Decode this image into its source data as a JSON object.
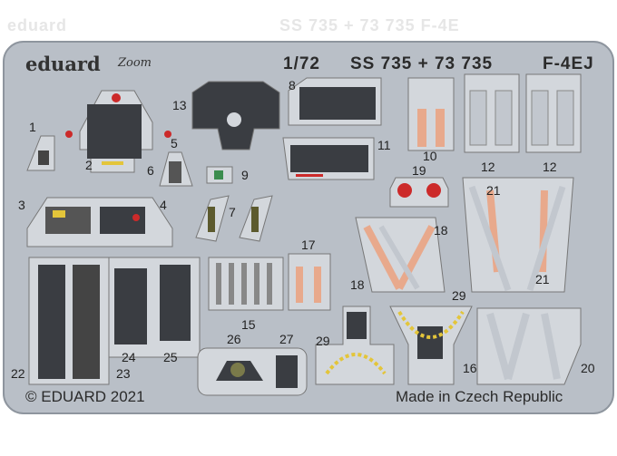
{
  "header": {
    "brand": "eduard",
    "brand_sub": "Zoom",
    "scale": "1/72",
    "set_code": "SS 735 + 73 735",
    "aircraft": "F-4EJ"
  },
  "ghost_header": {
    "left": "eduard",
    "right": "SS 735 + 73 735 F-4E"
  },
  "footer": {
    "copyright": "© EDUARD 2021",
    "origin": "Made in Czech Republic"
  },
  "part_numbers": {
    "p1": "1",
    "p2": "2",
    "p3": "3",
    "p4": "4",
    "p5": "5",
    "p6": "6",
    "p7": "7",
    "p8": "8",
    "p9": "9",
    "p10": "10",
    "p11": "11",
    "p12a": "12",
    "p12b": "12",
    "p13": "13",
    "p15": "15",
    "p16": "16",
    "p17": "17",
    "p18a": "18",
    "p18b": "18",
    "p19": "19",
    "p20": "20",
    "p21a": "21",
    "p21b": "21",
    "p22": "22",
    "p23": "23",
    "p24": "24",
    "p25": "25",
    "p26": "26",
    "p27": "27",
    "p29a": "29",
    "p29b": "29"
  },
  "colors": {
    "fret": "#b9bfc7",
    "fret_edge": "#8e959e",
    "panel_dark": "#3a3d42",
    "belt_orange": "#e8a98c",
    "belt_grey": "#d4d8de",
    "accent_red": "#cc2a2a",
    "accent_yellow": "#e3c53a",
    "accent_green": "#3b8d4e"
  }
}
